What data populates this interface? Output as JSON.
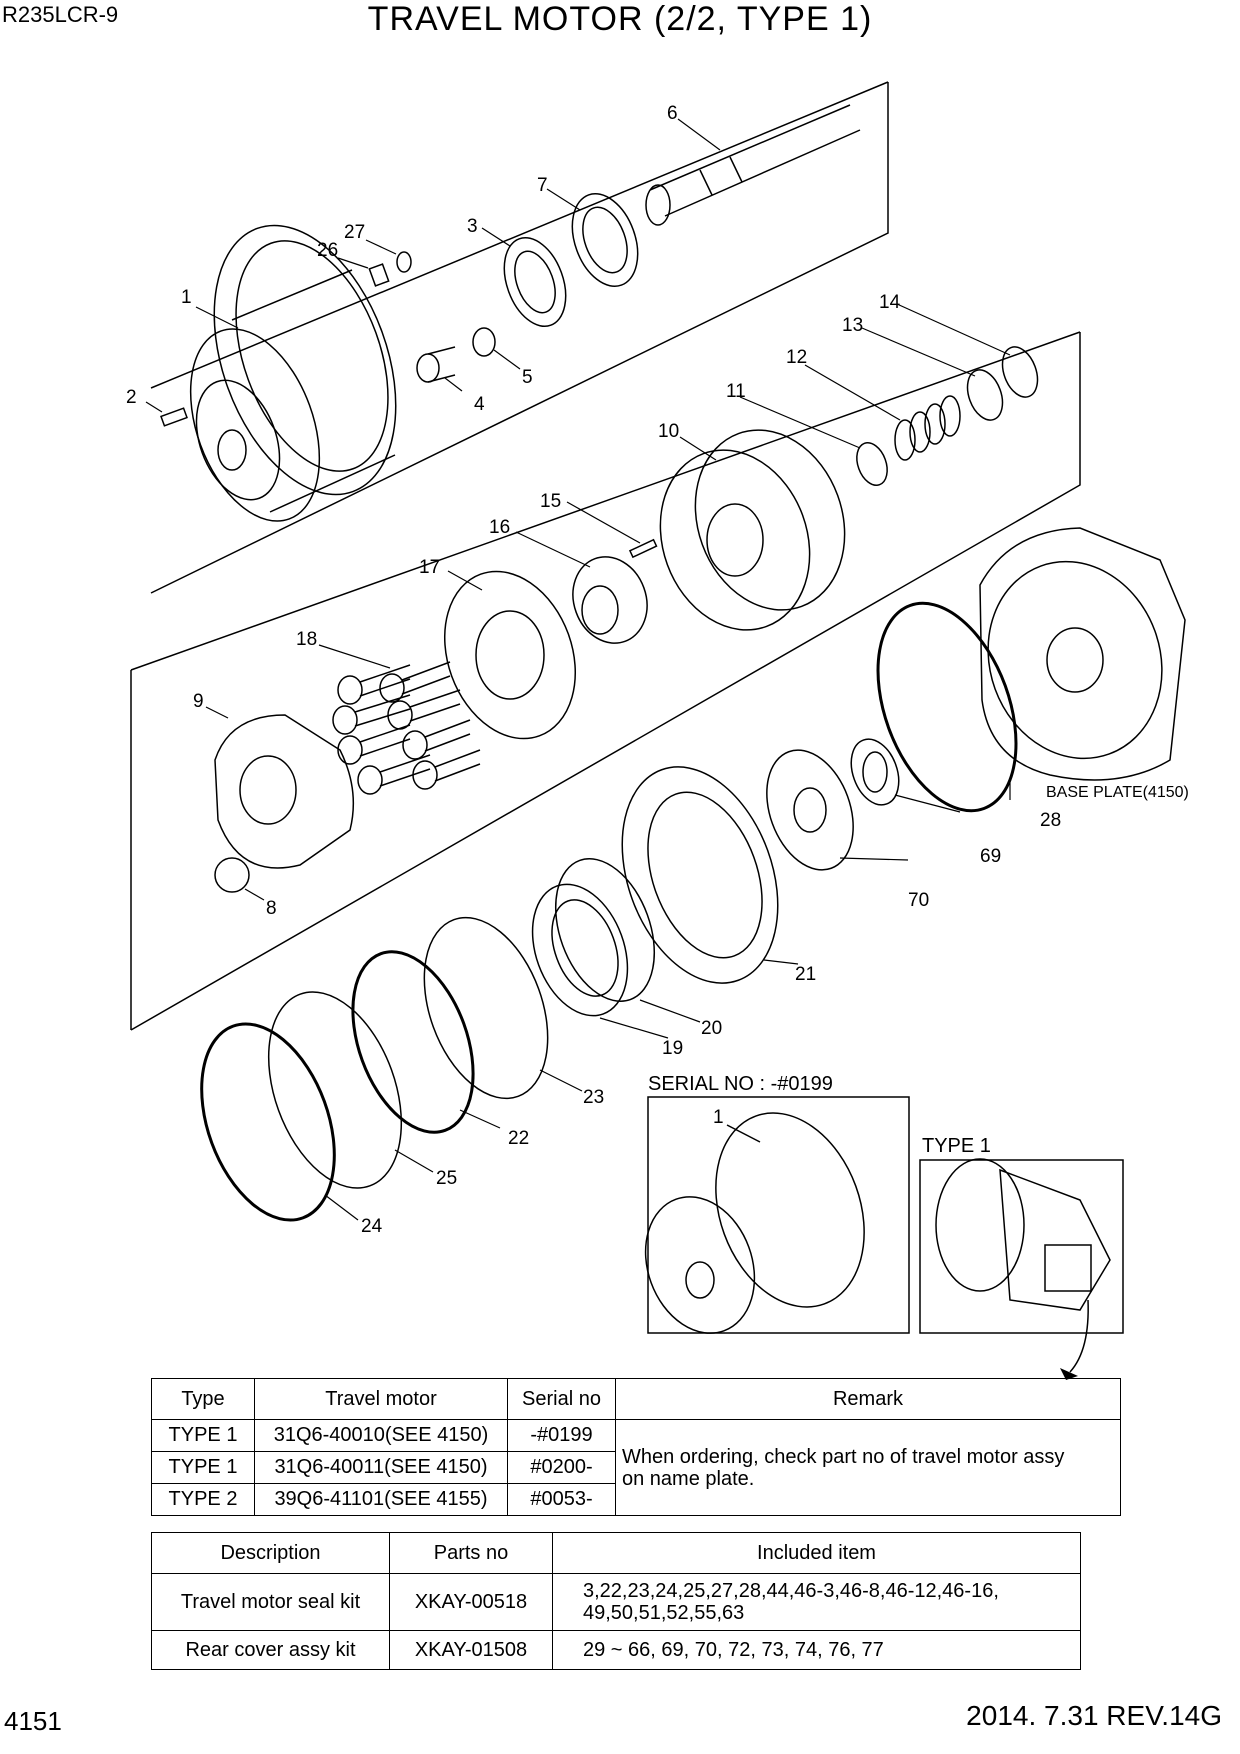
{
  "header": {
    "model": "R235LCR-9",
    "title": "TRAVEL MOTOR (2/2, TYPE 1)"
  },
  "diagram": {
    "callouts": [
      "1",
      "2",
      "3",
      "4",
      "5",
      "6",
      "7",
      "8",
      "9",
      "10",
      "11",
      "12",
      "13",
      "14",
      "15",
      "16",
      "17",
      "18",
      "19",
      "20",
      "21",
      "22",
      "23",
      "24",
      "25",
      "26",
      "27",
      "28",
      "69",
      "70"
    ],
    "base_plate_label": "BASE PLATE(4150)",
    "inset_serial_label": "SERIAL NO : -#0199",
    "inset_serial_callout": "1",
    "inset_type_label": "TYPE 1"
  },
  "type_table": {
    "headers": [
      "Type",
      "Travel motor",
      "Serial no",
      "Remark"
    ],
    "rows": [
      {
        "type": "TYPE 1",
        "motor": "31Q6-40010(SEE 4150)",
        "serial": "-#0199"
      },
      {
        "type": "TYPE 1",
        "motor": "31Q6-40011(SEE 4150)",
        "serial": "#0200-"
      },
      {
        "type": "TYPE 2",
        "motor": "39Q6-41101(SEE 4155)",
        "serial": "#0053-"
      }
    ],
    "remark_line1": "When ordering, check part no of travel motor assy",
    "remark_line2": "on name plate."
  },
  "kit_table": {
    "headers": [
      "Description",
      "Parts no",
      "Included item"
    ],
    "rows": [
      {
        "description": "Travel motor seal kit",
        "part_no": "XKAY-00518",
        "items_line1": "3,22,23,24,25,27,28,44,46-3,46-8,46-12,46-16,",
        "items_line2": "49,50,51,52,55,63"
      },
      {
        "description": "Rear cover assy kit",
        "part_no": "XKAY-01508",
        "items_line1": "29 ~ 66, 69, 70, 72, 73, 74, 76, 77",
        "items_line2": ""
      }
    ]
  },
  "footer": {
    "page_number": "4151",
    "revision": "2014. 7.31  REV.14G"
  }
}
